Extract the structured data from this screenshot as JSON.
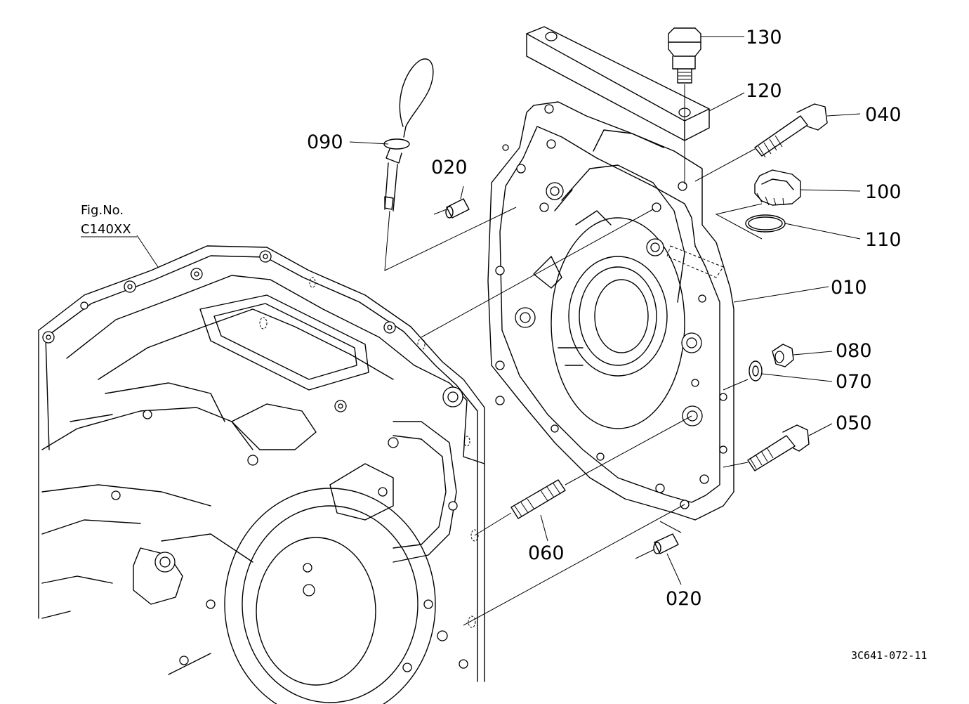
{
  "diagram": {
    "fig_ref": {
      "line1": "Fig.No.",
      "line2": "C140XX"
    },
    "drawing_code": "3C641-072-11",
    "callouts": [
      {
        "id": "130",
        "text": "130"
      },
      {
        "id": "120",
        "text": "120"
      },
      {
        "id": "040",
        "text": "040"
      },
      {
        "id": "100",
        "text": "100"
      },
      {
        "id": "110",
        "text": "110"
      },
      {
        "id": "010",
        "text": "010"
      },
      {
        "id": "080",
        "text": "080"
      },
      {
        "id": "070",
        "text": "070"
      },
      {
        "id": "050",
        "text": "050"
      },
      {
        "id": "090",
        "text": "090"
      },
      {
        "id": "020a",
        "text": "020"
      },
      {
        "id": "060",
        "text": "060"
      },
      {
        "id": "020b",
        "text": "020"
      }
    ]
  }
}
